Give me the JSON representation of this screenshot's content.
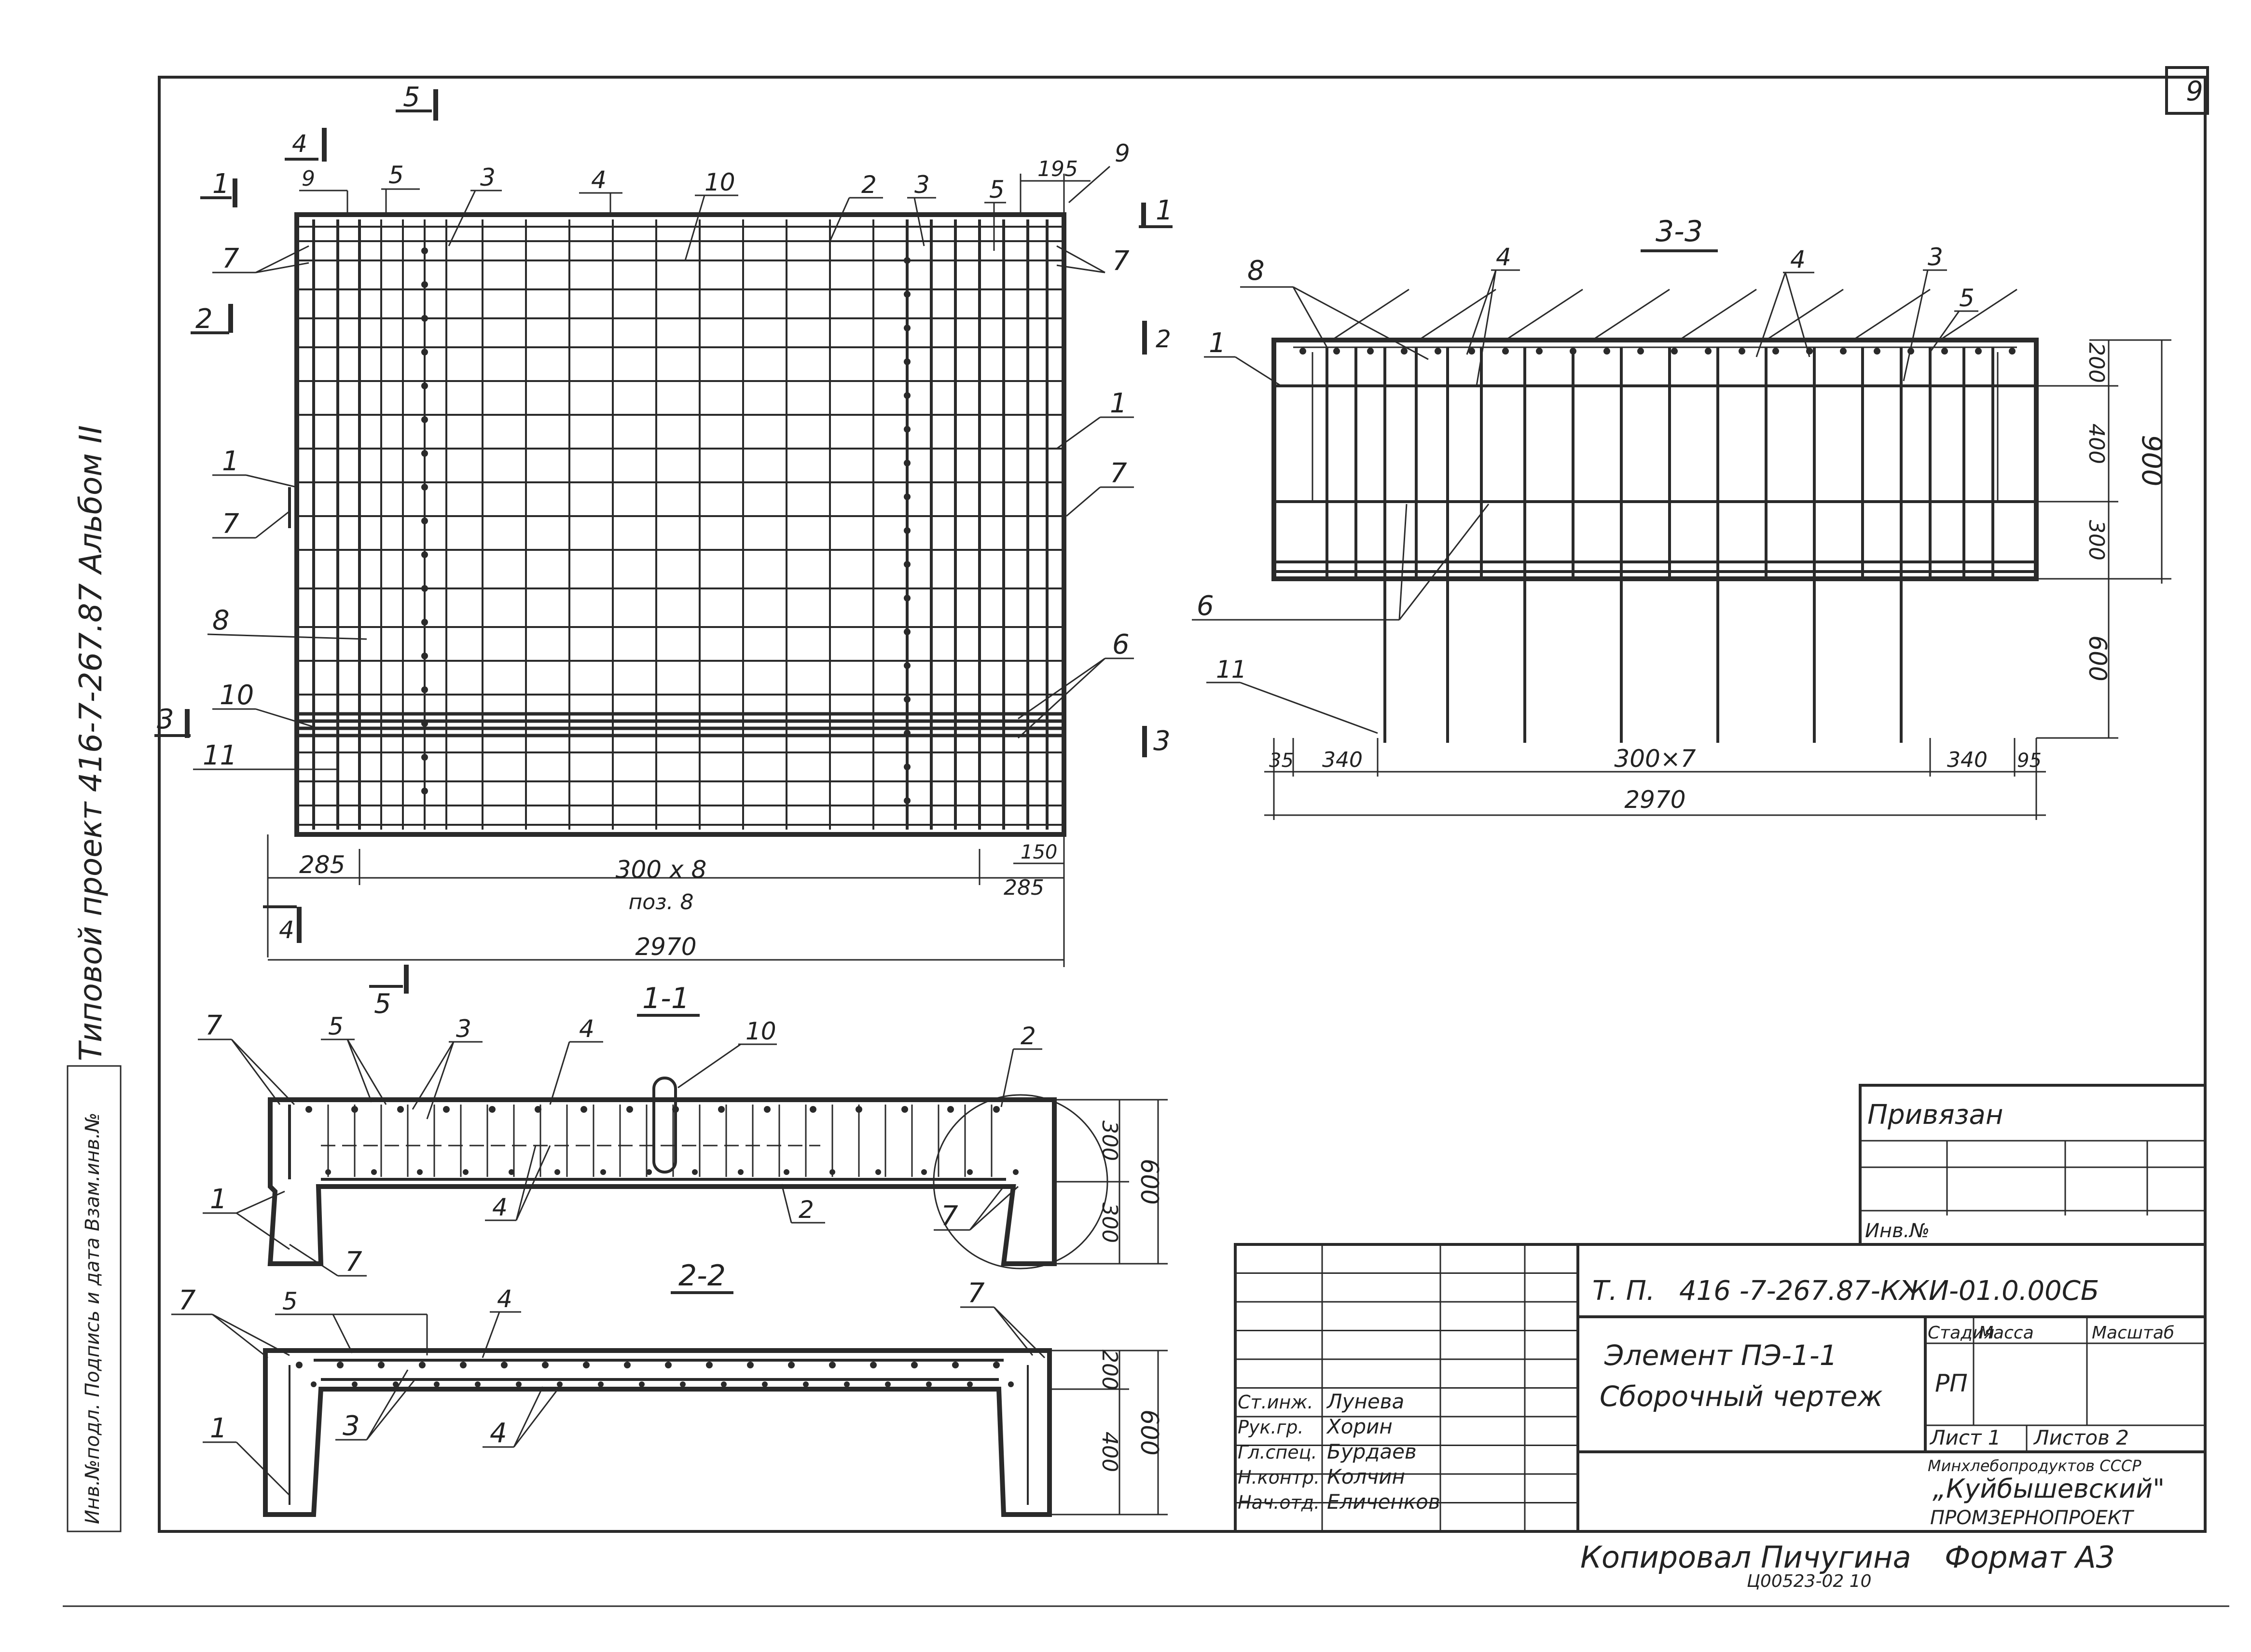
{
  "sheet": {
    "number": "9"
  },
  "side_notes": {
    "album": "Типовой проект 416-7-267.87 Альбом II",
    "inv_column": "Инв.№подл. Подпись и дата Взам.инв.№"
  },
  "plan": {
    "cuts": {
      "s1": "1",
      "s2": "2",
      "s3": "3",
      "s4": "4",
      "s5": "5"
    },
    "labels": {
      "p1": "1",
      "p2": "2",
      "p3": "3",
      "p4": "4",
      "p5": "5",
      "p6": "6",
      "p7": "7",
      "p8": "8",
      "p9": "9",
      "p10": "10",
      "p11": "11"
    },
    "dims": {
      "d195": "195",
      "d285_left": "285",
      "d300x8": "300 x 8",
      "poz8": "поз. 8",
      "d150": "150",
      "d285_right": "285",
      "d2970": "2970"
    }
  },
  "section_33": {
    "title": "3-3",
    "dims": {
      "d200": "200",
      "d400": "400",
      "d900": "900",
      "d300": "300",
      "d600": "600",
      "d35": "35",
      "d340_left": "340",
      "d300x7": "300×7",
      "d340_right": "340",
      "d95": "95",
      "d2970": "2970"
    }
  },
  "section_11": {
    "title": "1-1",
    "dims": {
      "d300_top": "300",
      "d300_bottom": "300",
      "d600": "600"
    }
  },
  "section_22": {
    "title": "2-2",
    "dims": {
      "d200": "200",
      "d400": "400",
      "d600": "600"
    }
  },
  "title_block": {
    "privyazan": "Привязан",
    "inv_no": "Инв.№",
    "code_prefix": "Т. П.",
    "code": "416 -7-267.87-КЖИ-01.0.00СБ",
    "element": "Элемент ПЭ-1-1",
    "drawing": "Сборочный чертеж",
    "headers": {
      "stage": "Стадия",
      "mass": "Масса",
      "scale": "Масштаб"
    },
    "stage_value": "РП",
    "sheet_label": "Лист 1",
    "sheets_label": "Листов 2",
    "org_1": "Минхлебопродуктов СССР",
    "org_2": "„Куйбышевский\"",
    "org_3": "ПРОМЗЕРНОПРОЕКТ",
    "staff": [
      {
        "role": "Ст.инж.",
        "name": "Лунева"
      },
      {
        "role": "Рук.гр.",
        "name": "Хорин"
      },
      {
        "role": "Гл.спец.",
        "name": "Бурдаев"
      },
      {
        "role": "Н.контр.",
        "name": "Колчин"
      },
      {
        "role": "Нач.отд.",
        "name": "Еличенков"
      }
    ]
  },
  "footer": {
    "copied_by": "Копировал Пичугина",
    "format": "Формат А3",
    "stamp": "Ц00523-02  10"
  }
}
